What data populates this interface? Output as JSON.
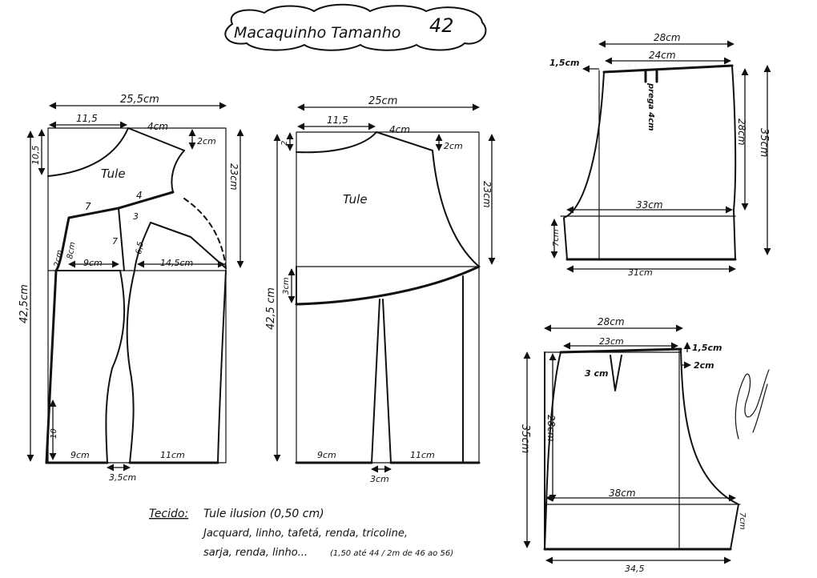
{
  "title": {
    "prefix": "Macaquinho Tamanho",
    "size": "42"
  },
  "front": {
    "width_top": "25,5cm",
    "shoulder_in": "11,5",
    "shoulder": "4cm",
    "shoulder_drop": "2cm",
    "neck_depth": "10,5",
    "armhole_depth": "23cm",
    "fabric_label": "Tule",
    "dart_top_left": "7",
    "dart_top_right": "4",
    "dart_small": "3",
    "dart_left_len": "7",
    "dart_right_len": "6,5",
    "side_2cm": "2cm",
    "side_8cm": "8cm",
    "waist_left": "9cm",
    "waist_right": "14,5cm",
    "total_length": "42,5cm",
    "hem_left_height": "10",
    "hem_left": "9cm",
    "hem_right": "11cm",
    "gap": "3,5cm"
  },
  "back": {
    "width_top": "25cm",
    "shoulder_in": "11,5",
    "shoulder": "4cm",
    "neck_depth": "2",
    "shoulder_drop": "2cm",
    "armhole_depth": "23cm",
    "fabric_label": "Tule",
    "waist_drop": "3cm",
    "total_length": "42,5 cm",
    "hem_left": "9cm",
    "hem_right": "11cm",
    "gap": "3cm"
  },
  "short_front": {
    "width_outer": "28cm",
    "width_waist": "24cm",
    "side_raise": "1,5cm",
    "pleat": "prega 4cm",
    "side_length": "28cm",
    "total_length": "35cm",
    "crotch_width": "33cm",
    "hem_height": "7cm",
    "hem_width": "31cm"
  },
  "short_back": {
    "width_outer": "28cm",
    "width_waist": "23cm",
    "side_raise": "1,5cm",
    "side_out": "2cm",
    "dart": "3 cm",
    "side_length": "28cm",
    "total_length": "35cm",
    "crotch_width": "38cm",
    "hem_height": "7cm",
    "hem_width": "34,5"
  },
  "notes": {
    "label": "Tecido:",
    "line1": "Tule ilusion (0,50 cm)",
    "line2": "Jacquard, linho, tafetá, renda, tricoline,",
    "line3": "sarja, renda, linho...",
    "line3_extra": "(1,50 até 44 / 2m de 46 ao 56)"
  }
}
